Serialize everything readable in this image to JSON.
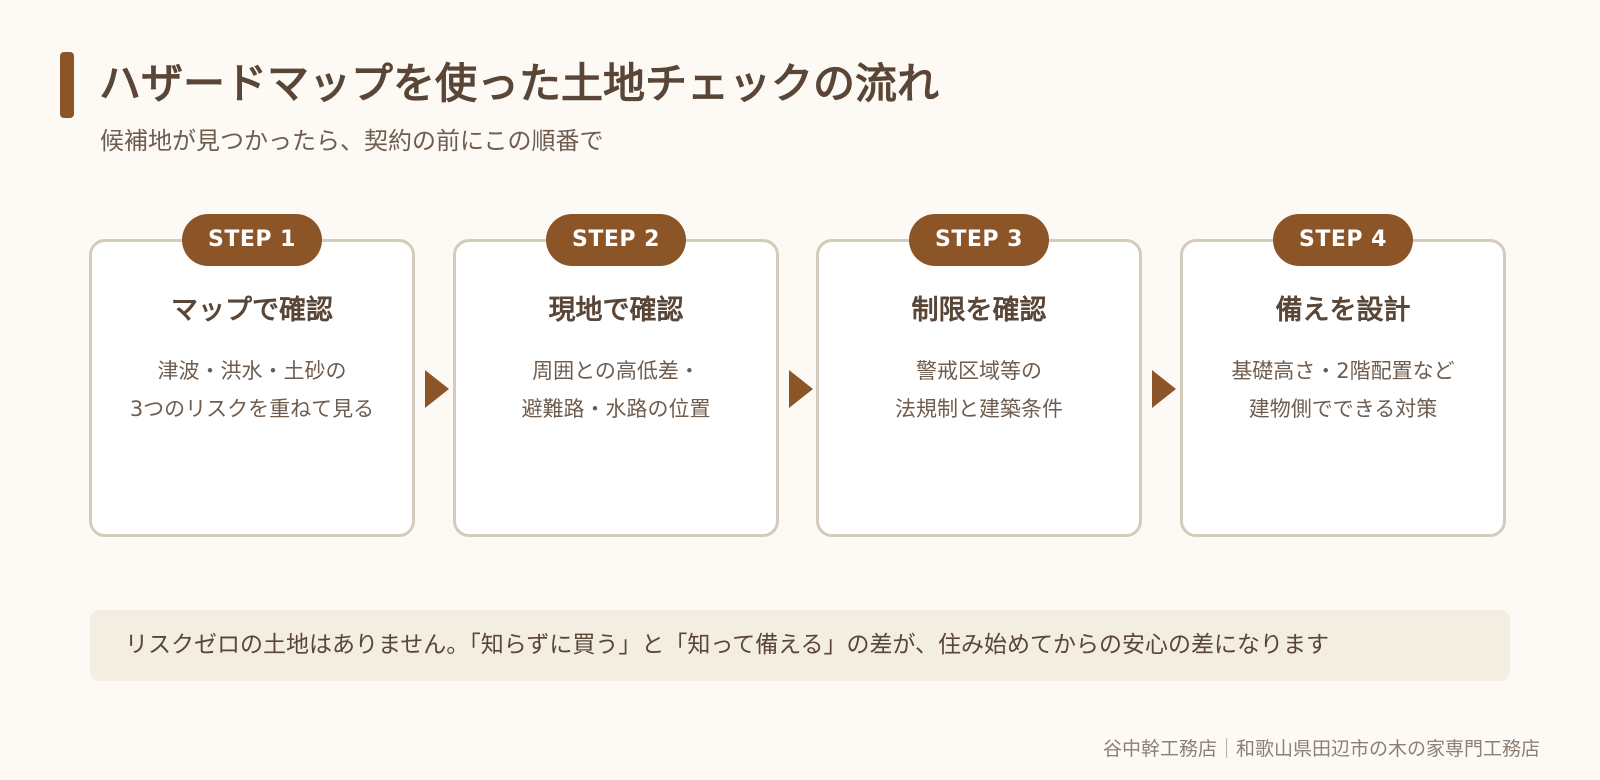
{
  "header": {
    "title": "ハザードマップを使った土地チェックの流れ",
    "subtitle": "候補地が見つかったら、契約の前にこの順番で"
  },
  "steps": [
    {
      "badge": "STEP 1",
      "heading": "マップで確認",
      "lines": [
        "津波・洪水・土砂の",
        "3つのリスクを重ねて見る"
      ]
    },
    {
      "badge": "STEP 2",
      "heading": "現地で確認",
      "lines": [
        "周囲との高低差・",
        "避難路・水路の位置"
      ]
    },
    {
      "badge": "STEP 3",
      "heading": "制限を確認",
      "lines": [
        "警戒区域等の",
        "法規制と建築条件"
      ]
    },
    {
      "badge": "STEP 4",
      "heading": "備えを設計",
      "lines": [
        "基礎高さ・2階配置など",
        "建物側でできる対策"
      ]
    }
  ],
  "note": "リスクゼロの土地はありません。「知らずに買う」と「知って備える」の差が、住み始めてからの安心の差になります",
  "footer": {
    "company": "谷中幹工務店",
    "tagline": "和歌山県田辺市の木の家専門工務店"
  },
  "colors": {
    "accent": "#8b5528",
    "text": "#5a4636",
    "card_border": "#d3cbbc",
    "note_background": "#f3ede2",
    "page_background": "#fdf9f5"
  }
}
